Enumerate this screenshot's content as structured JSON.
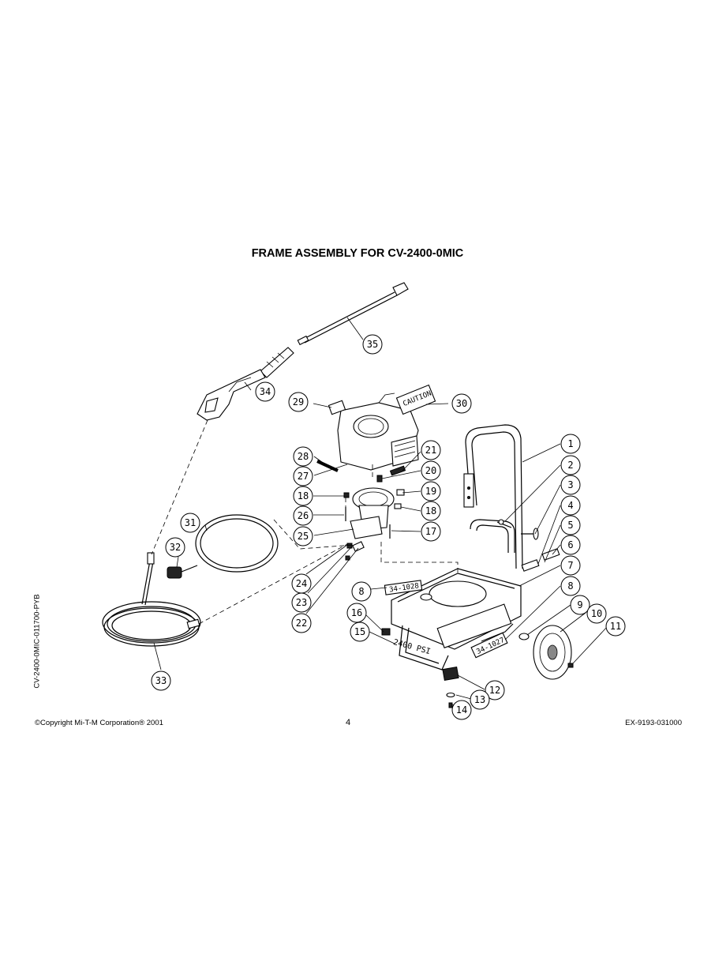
{
  "title": "FRAME ASSEMBLY FOR CV-2400-0MIC",
  "footer": {
    "copyright": "©Copyright Mi-T-M Corporation® 2001",
    "page": "4",
    "doc_code": "EX-9193-031000"
  },
  "side_code": "CV-2400-0MIC-011700-PYB",
  "decal_labels": {
    "psi": "2400 PSI",
    "front_decal": "34-1027",
    "side_decal": "34-1028"
  },
  "callouts": [
    "1",
    "2",
    "3",
    "4",
    "5",
    "6",
    "7",
    "8",
    "8",
    "9",
    "10",
    "11",
    "12",
    "13",
    "14",
    "15",
    "16",
    "17",
    "18",
    "18",
    "19",
    "20",
    "21",
    "22",
    "23",
    "24",
    "25",
    "26",
    "27",
    "28",
    "29",
    "30",
    "31",
    "32",
    "33",
    "34",
    "35"
  ]
}
